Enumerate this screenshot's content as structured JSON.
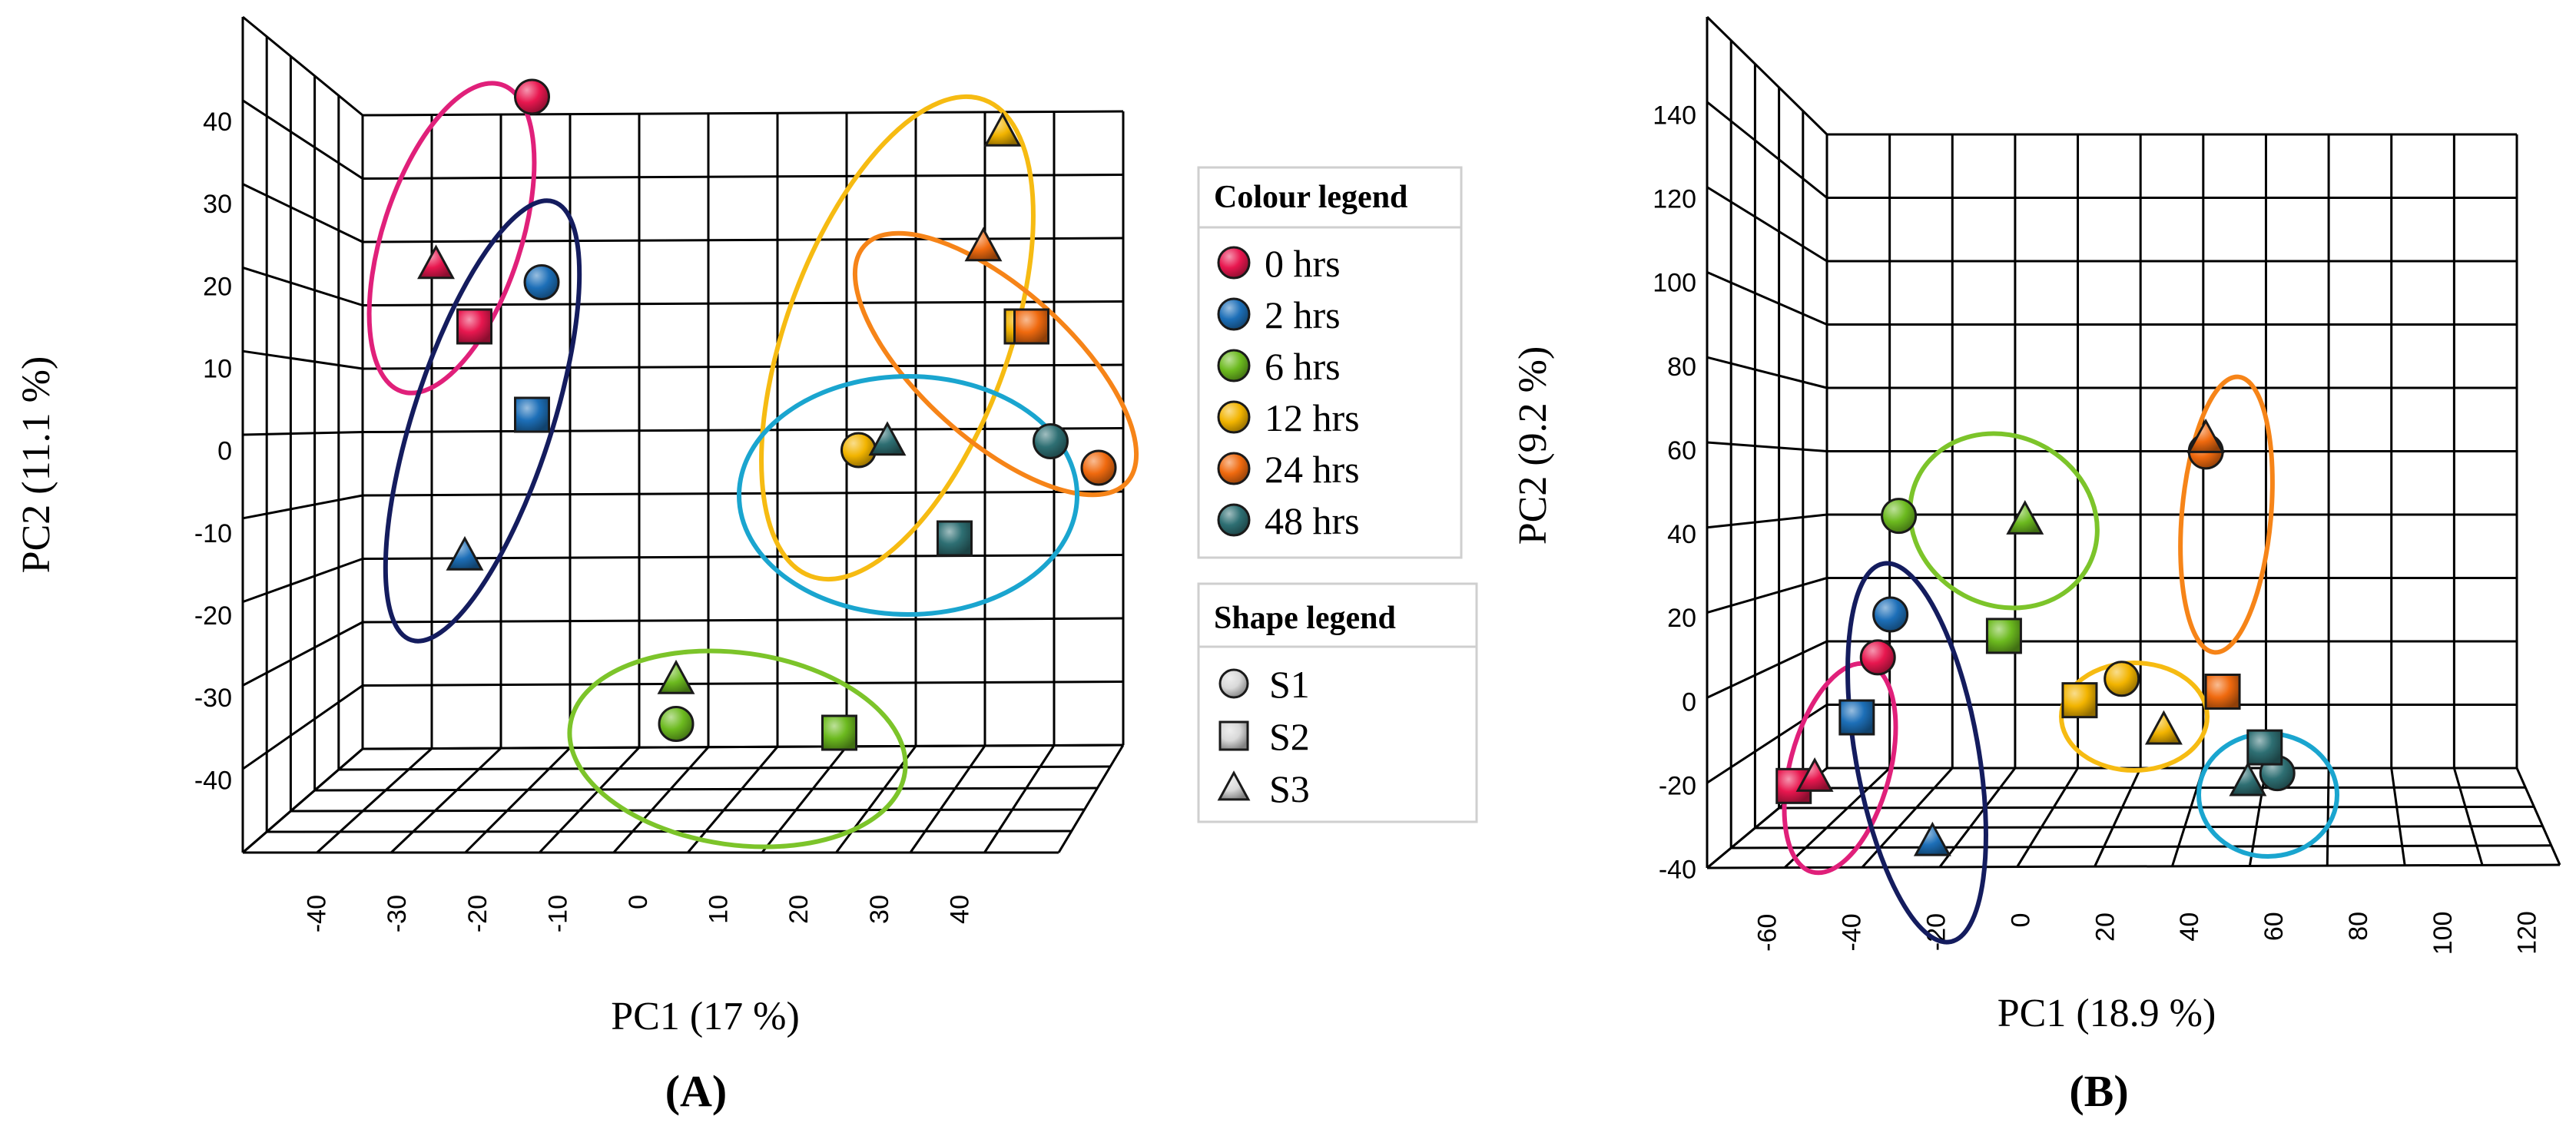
{
  "chart_data": [
    {
      "type": "scatter",
      "panel_label": "(A)",
      "xlabel": "PC1 (17 %)",
      "ylabel": "PC2 (11.1 %)",
      "xlim": [
        -45,
        45
      ],
      "ylim": [
        -40,
        40
      ],
      "x_ticks": [
        "-40",
        "-30",
        "-20",
        "-10",
        "0",
        "10",
        "20",
        "30",
        "40"
      ],
      "y_ticks": [
        "40",
        "30",
        "20",
        "10",
        "0",
        "-10",
        "-20",
        "-30",
        "-40"
      ],
      "series": [
        {
          "name": "0 hrs",
          "color": "#e8174f",
          "points": [
            {
              "shape": "S1",
              "x": -16,
              "y": 36
            },
            {
              "shape": "S2",
              "x": -22,
              "y": 10
            },
            {
              "shape": "S3",
              "x": -26,
              "y": 17
            }
          ]
        },
        {
          "name": "2 hrs",
          "color": "#1d6fb8",
          "points": [
            {
              "shape": "S1",
              "x": -15,
              "y": 15
            },
            {
              "shape": "S2",
              "x": -16,
              "y": 0
            },
            {
              "shape": "S3",
              "x": -23,
              "y": -16
            }
          ]
        },
        {
          "name": "6 hrs",
          "color": "#6cba1f",
          "points": [
            {
              "shape": "S1",
              "x": -1,
              "y": -35
            },
            {
              "shape": "S2",
              "x": 16,
              "y": -36
            },
            {
              "shape": "S3",
              "x": -1,
              "y": -30
            }
          ]
        },
        {
          "name": "12 hrs",
          "color": "#f2b400",
          "points": [
            {
              "shape": "S1",
              "x": 18,
              "y": -4
            },
            {
              "shape": "S2",
              "x": 35,
              "y": 10
            },
            {
              "shape": "S3",
              "x": 33,
              "y": 32
            }
          ]
        },
        {
          "name": "24 hrs",
          "color": "#f06a0f",
          "points": [
            {
              "shape": "S1",
              "x": 43,
              "y": -6
            },
            {
              "shape": "S2",
              "x": 36,
              "y": 10
            },
            {
              "shape": "S3",
              "x": 31,
              "y": 19
            }
          ]
        },
        {
          "name": "48 hrs",
          "color": "#2e6f73",
          "points": [
            {
              "shape": "S1",
              "x": 38,
              "y": -3
            },
            {
              "shape": "S2",
              "x": 28,
              "y": -14
            },
            {
              "shape": "S3",
              "x": 21,
              "y": -3
            }
          ]
        }
      ]
    },
    {
      "type": "scatter",
      "panel_label": "(B)",
      "xlabel": "PC1 (18.9 %)",
      "ylabel": "PC2 (9.2 %)",
      "xlim": [
        -70,
        120
      ],
      "ylim": [
        -40,
        140
      ],
      "x_ticks": [
        "-60",
        "-40",
        "-20",
        "0",
        "20",
        "40",
        "60",
        "80",
        "100",
        "120"
      ],
      "y_ticks": [
        "140",
        "120",
        "100",
        "80",
        "60",
        "40",
        "20",
        "0",
        "-20",
        "-40"
      ],
      "series": [
        {
          "name": "0 hrs",
          "color": "#e8174f",
          "points": [
            {
              "shape": "S1",
              "x": -40,
              "y": 10
            },
            {
              "shape": "S2",
              "x": -60,
              "y": -20
            },
            {
              "shape": "S3",
              "x": -55,
              "y": -18
            }
          ]
        },
        {
          "name": "2 hrs",
          "color": "#1d6fb8",
          "points": [
            {
              "shape": "S1",
              "x": -37,
              "y": 20
            },
            {
              "shape": "S2",
              "x": -45,
              "y": -4
            },
            {
              "shape": "S3",
              "x": -27,
              "y": -33
            }
          ]
        },
        {
          "name": "6 hrs",
          "color": "#6cba1f",
          "points": [
            {
              "shape": "S1",
              "x": -35,
              "y": 43
            },
            {
              "shape": "S2",
              "x": -10,
              "y": 15
            },
            {
              "shape": "S3",
              "x": -5,
              "y": 42
            }
          ]
        },
        {
          "name": "12 hrs",
          "color": "#f2b400",
          "points": [
            {
              "shape": "S1",
              "x": 18,
              "y": 5
            },
            {
              "shape": "S2",
              "x": 8,
              "y": 0
            },
            {
              "shape": "S3",
              "x": 28,
              "y": -7
            }
          ]
        },
        {
          "name": "24 hrs",
          "color": "#f06a0f",
          "points": [
            {
              "shape": "S1",
              "x": 38,
              "y": 58
            },
            {
              "shape": "S2",
              "x": 42,
              "y": 2
            },
            {
              "shape": "S3",
              "x": 38,
              "y": 61
            }
          ]
        },
        {
          "name": "48 hrs",
          "color": "#2e6f73",
          "points": [
            {
              "shape": "S1",
              "x": 55,
              "y": -17
            },
            {
              "shape": "S2",
              "x": 52,
              "y": -11
            },
            {
              "shape": "S3",
              "x": 48,
              "y": -19
            }
          ]
        }
      ]
    }
  ],
  "legend": {
    "colour_title": "Colour legend",
    "colour_items": [
      {
        "label": "0 hrs",
        "color": "#e8174f"
      },
      {
        "label": "2 hrs",
        "color": "#1d6fb8"
      },
      {
        "label": "6 hrs",
        "color": "#6cba1f"
      },
      {
        "label": "12 hrs",
        "color": "#f2b400"
      },
      {
        "label": "24 hrs",
        "color": "#f06a0f"
      },
      {
        "label": "48 hrs",
        "color": "#2e6f73"
      }
    ],
    "shape_title": "Shape legend",
    "shape_items": [
      {
        "label": "S1",
        "shape": "circle"
      },
      {
        "label": "S2",
        "shape": "square"
      },
      {
        "label": "S3",
        "shape": "triangle"
      }
    ]
  },
  "ellipse_colors": {
    "0 hrs": "#e0207a",
    "2 hrs": "#141c5e",
    "6 hrs": "#7cc42a",
    "12 hrs": "#f6bb12",
    "24 hrs": "#f68418",
    "48 hrs": "#1aa5cf"
  }
}
